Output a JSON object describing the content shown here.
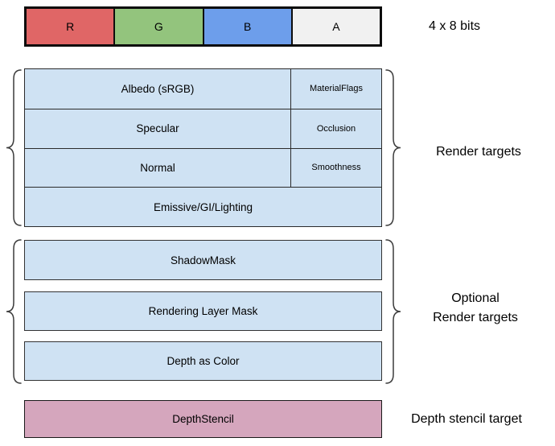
{
  "pixel_format": {
    "channels": [
      {
        "label": "R",
        "color": "#E06666"
      },
      {
        "label": "G",
        "color": "#93C47D"
      },
      {
        "label": "B",
        "color": "#6D9EEB"
      },
      {
        "label": "A",
        "color": "#F1F1F1"
      }
    ],
    "caption": "4 x 8 bits"
  },
  "render_targets": {
    "label": "Render targets",
    "rows": [
      {
        "main": "Albedo (sRGB)",
        "side": "MaterialFlags"
      },
      {
        "main": "Specular",
        "side": "Occlusion"
      },
      {
        "main": "Normal",
        "side": "Smoothness"
      },
      {
        "main": "Emissive/GI/Lighting"
      }
    ]
  },
  "optional_render_targets": {
    "label_line1": "Optional",
    "label_line2": "Render targets",
    "boxes": [
      "ShadowMask",
      "Rendering Layer Mask",
      "Depth as Color"
    ]
  },
  "depth_stencil": {
    "label": "Depth stencil target",
    "box": "DepthStencil",
    "color": "#D5A6BD"
  },
  "colors": {
    "target_fill": "#CFE2F3",
    "border": "#2b2b2b"
  }
}
